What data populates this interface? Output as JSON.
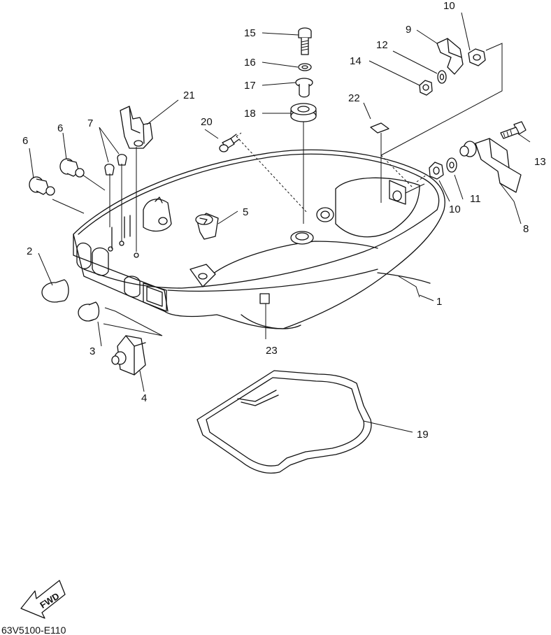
{
  "labels": {
    "l1": "1",
    "l2": "2",
    "l3": "3",
    "l4": "4",
    "l5": "5",
    "l6a": "6",
    "l6b": "6",
    "l7": "7",
    "l8": "8",
    "l9": "9",
    "l10a": "10",
    "l10b": "10",
    "l11": "11",
    "l12": "12",
    "l13": "13",
    "l14": "14",
    "l15": "15",
    "l16": "16",
    "l17": "17",
    "l18": "18",
    "l19": "19",
    "l20": "20",
    "l21": "21",
    "l22": "22",
    "l23": "23"
  },
  "fwd_label": "FWD",
  "drawing_code": "63V5100-E110"
}
